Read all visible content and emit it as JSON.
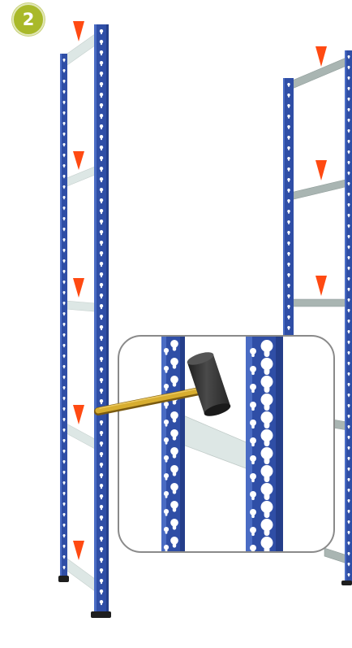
{
  "step": {
    "number": "2"
  },
  "colors": {
    "upright_blue": "#2f4ea6",
    "upright_dark": "#243e8a",
    "upright_light": "#4a6cc4",
    "beam_light": "#dde7e5",
    "beam_shadow": "#b9c6c3",
    "arrow_red": "#ff4a12",
    "badge_green": "#a9b92a",
    "mallet_head": "#333333",
    "mallet_handle": "#c8a02a",
    "callout_border": "#8a8a8a"
  },
  "icons": {
    "step_badge": "numbered-circle",
    "beam_marker": "red-down-arrow",
    "tool": "rubber-mallet"
  },
  "callout": {
    "shows": "mallet-tapping-beam-into-upright"
  }
}
